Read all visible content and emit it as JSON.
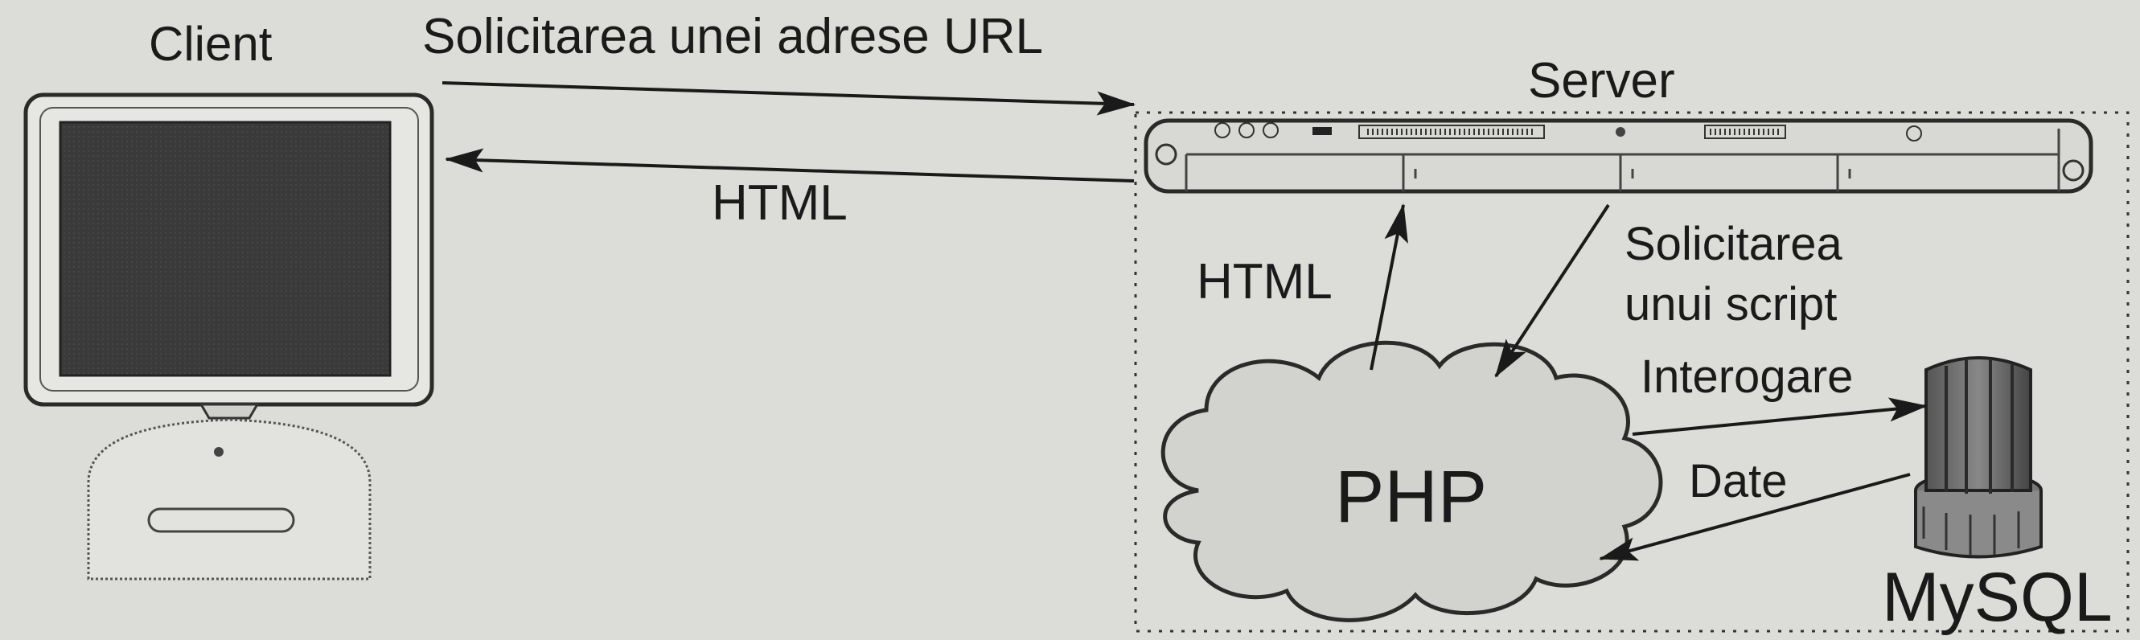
{
  "labels": {
    "client": "Client",
    "url_request": "Solicitarea unei adrese URL",
    "html_response": "HTML",
    "server": "Server",
    "php_html": "HTML",
    "script_request_line1": "Solicitarea",
    "script_request_line2": "unui script",
    "query": "Interogare",
    "data": "Date",
    "php": "PHP",
    "mysql": "MySQL"
  }
}
